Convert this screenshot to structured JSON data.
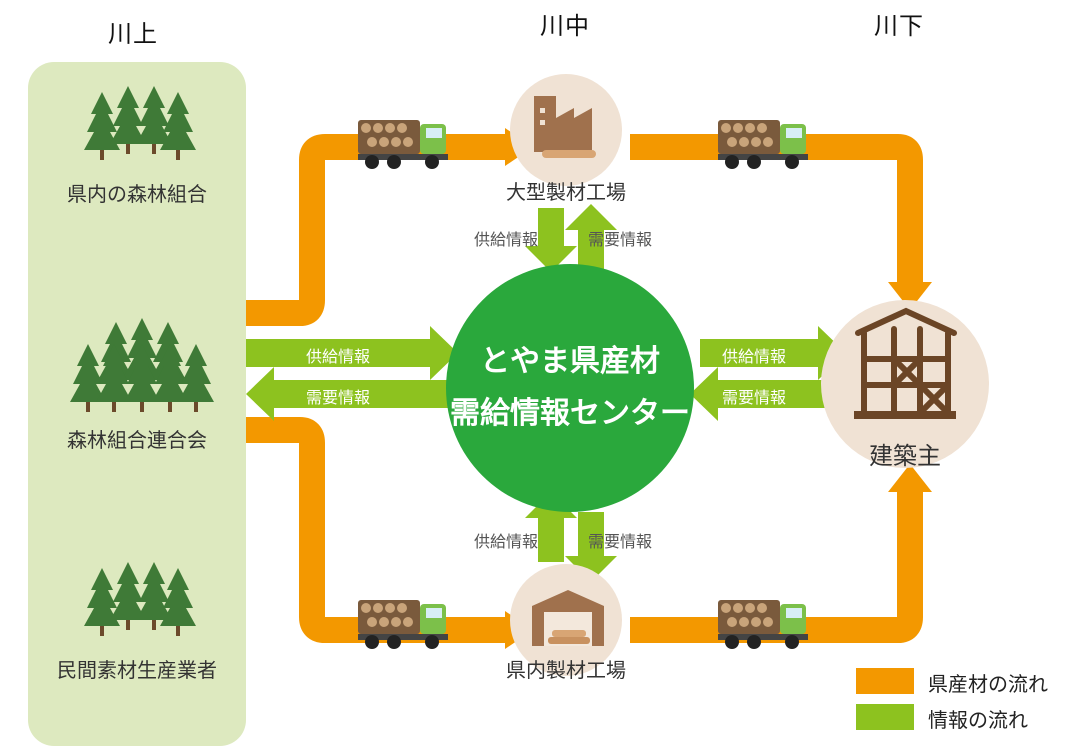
{
  "columns": {
    "upstream": "川上",
    "midstream": "川中",
    "downstream": "川下"
  },
  "suppliers": [
    "県内の森林組合",
    "森林組合連合会",
    "民間素材生産業者"
  ],
  "sawmills": {
    "large": "大型製材工場",
    "local": "県内製材工場"
  },
  "builder": "建築主",
  "center": {
    "line1": "とやま県産材",
    "line2": "需給情報センター"
  },
  "info_flow": {
    "supply": "供給情報",
    "demand": "需要情報"
  },
  "legend": [
    {
      "label": "県産材の流れ",
      "color": "#f39800"
    },
    {
      "label": "情報の流れ",
      "color": "#8dc21f"
    }
  ],
  "colors": {
    "wood_flow": "#f39800",
    "info_flow": "#8dc21f",
    "center": "#2aa83c",
    "panel": "#dde9bf",
    "node_circle": "#f0e2d4"
  },
  "icons": [
    "tree-icon",
    "truck-icon",
    "factory-icon",
    "warehouse-icon",
    "house-frame-icon"
  ]
}
